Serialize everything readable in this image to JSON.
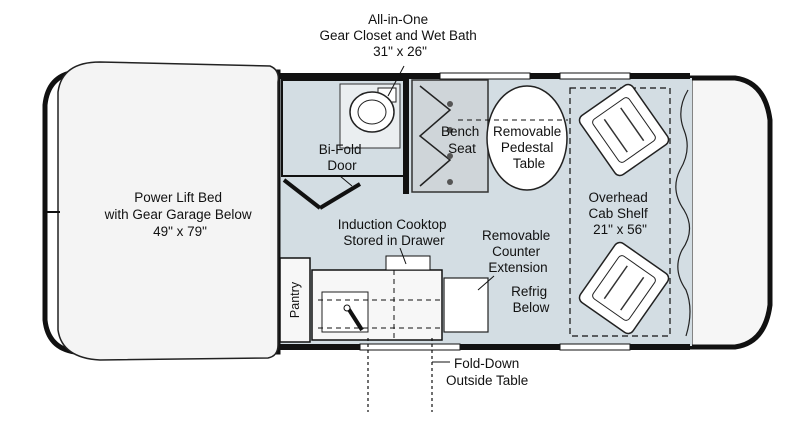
{
  "colors": {
    "interior_fill": "#d3dde3",
    "bed_fill": "#f4f4f4",
    "wall": "#111111",
    "cab_fill": "#f6f6f6",
    "counter_fill": "#f7f7f7",
    "bench_fill": "#cfd5d9"
  },
  "labels": {
    "closet": [
      "All-in-One",
      "Gear Closet and Wet Bath",
      "31\" x 26\""
    ],
    "bifold": [
      "Bi-Fold",
      "Door"
    ],
    "bench": [
      "Bench",
      "Seat"
    ],
    "table": [
      "Removable",
      "Pedestal",
      "Table"
    ],
    "cab_shelf": [
      "Overhead",
      "Cab Shelf",
      "21\" x 56\""
    ],
    "bed": [
      "Power Lift Bed",
      "with Gear Garage Below",
      "49\" x 79\""
    ],
    "cooktop": [
      "Induction Cooktop",
      "Stored in Drawer"
    ],
    "counter": [
      "Removable",
      "Counter",
      "Extension"
    ],
    "refrig": [
      "Refrig",
      "Below"
    ],
    "pantry": "Pantry",
    "outside_table": [
      "Fold-Down",
      "Outside Table"
    ]
  }
}
